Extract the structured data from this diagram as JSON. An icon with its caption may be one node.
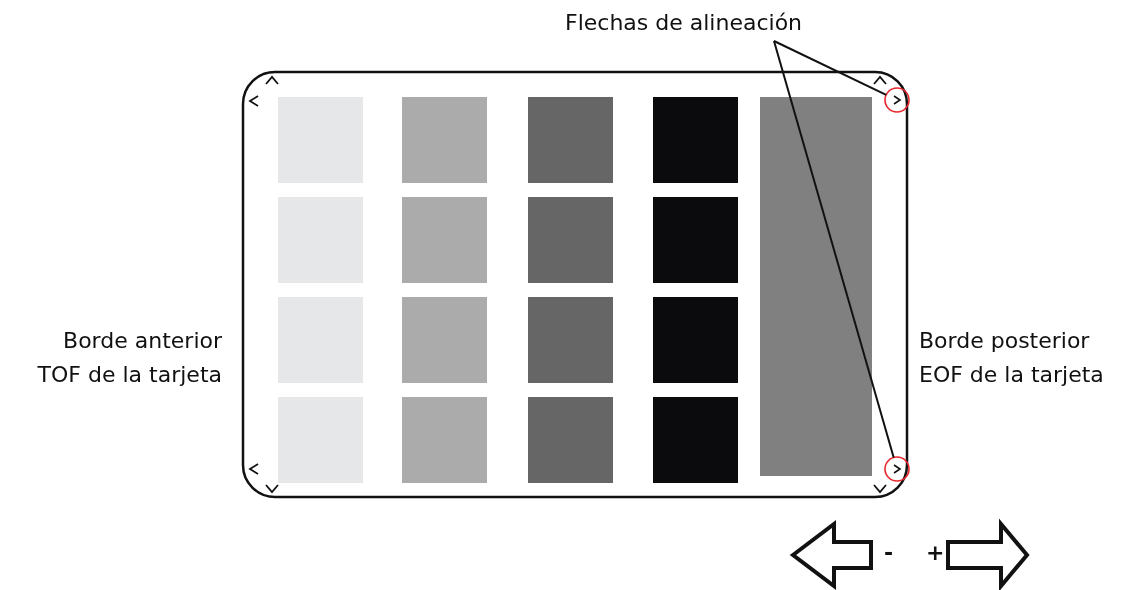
{
  "diagram": {
    "nodes": [
      {
        "text": [
          "Flechas de alineación"
        ]
      },
      {
        "text": [],
        "shape": "circle"
      },
      {
        "text": [],
        "shape": "circle"
      }
    ],
    "edges": [
      {
        "from": 0,
        "to": 1,
        "arrow": "none"
      },
      {
        "from": 0,
        "to": 2,
        "arrow": "none"
      }
    ],
    "labels": [
      "Borde anterior TOF de la tarjeta",
      "Borde posterior EOF de la tarjeta",
      "-",
      "+"
    ]
  }
}
